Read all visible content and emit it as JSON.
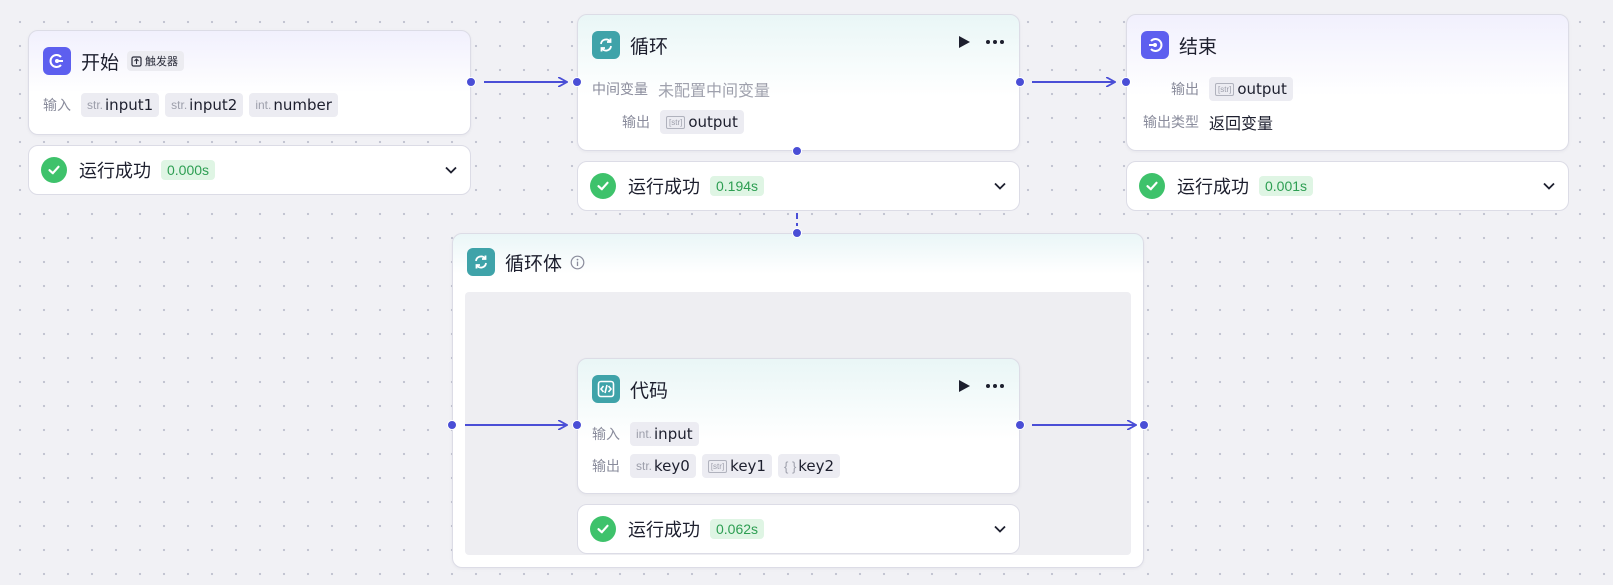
{
  "colors": {
    "accent": "#4a4ed6",
    "success": "#3ec26b",
    "start_icon_bg": "#5d5fef",
    "loop_icon_bg": "#3fa3a9",
    "end_icon_bg": "#5d5fef",
    "code_icon_bg": "#3fa3a9"
  },
  "start_node": {
    "title": "开始",
    "icon": "start-icon",
    "trigger_tag": "触发器",
    "input_label": "输入",
    "inputs": [
      {
        "type": "str.",
        "name": "input1"
      },
      {
        "type": "str.",
        "name": "input2"
      },
      {
        "type": "int.",
        "name": "number"
      }
    ],
    "status_text": "运行成功",
    "status_time": "0.000s"
  },
  "loop_node": {
    "title": "循环",
    "icon": "loop-icon",
    "intermediate_label": "中间变量",
    "intermediate_value": "未配置中间变量",
    "output_label": "输出",
    "output": {
      "type": "[str]",
      "name": "output"
    },
    "status_text": "运行成功",
    "status_time": "0.194s"
  },
  "end_node": {
    "title": "结束",
    "icon": "end-icon",
    "output_label": "输出",
    "output": {
      "type": "[str]",
      "name": "output"
    },
    "output_type_label": "输出类型",
    "output_type_value": "返回变量",
    "status_text": "运行成功",
    "status_time": "0.001s"
  },
  "loop_body": {
    "title": "循环体",
    "icon": "loop-icon"
  },
  "code_node": {
    "title": "代码",
    "icon": "code-icon",
    "input_label": "输入",
    "inputs": [
      {
        "type": "int.",
        "name": "input"
      }
    ],
    "output_label": "输出",
    "outputs": [
      {
        "type": "str.",
        "name": "key0"
      },
      {
        "type": "[str]",
        "name": "key1"
      },
      {
        "type": "{ }",
        "name": "key2"
      }
    ],
    "status_text": "运行成功",
    "status_time": "0.062s"
  }
}
